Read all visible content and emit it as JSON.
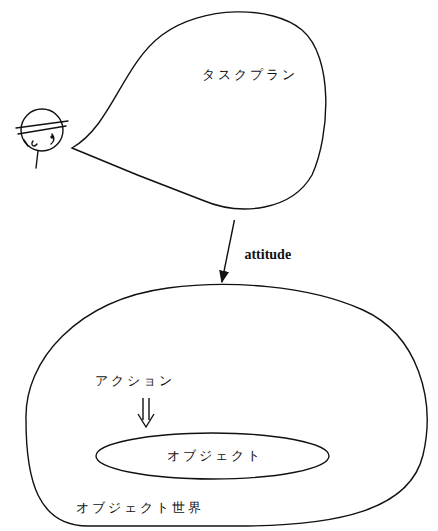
{
  "diagram": {
    "nodes": [
      {
        "text": [
          "タスクプラン"
        ]
      },
      {
        "text": [
          "オブジェクト世界"
        ]
      },
      {
        "text": [
          "オブジェクト"
        ],
        "in": 1
      }
    ],
    "edges": [
      {
        "from": 0,
        "to": 1,
        "label": "attitude",
        "arrow": "to"
      }
    ],
    "labels": [
      "アクション"
    ]
  }
}
